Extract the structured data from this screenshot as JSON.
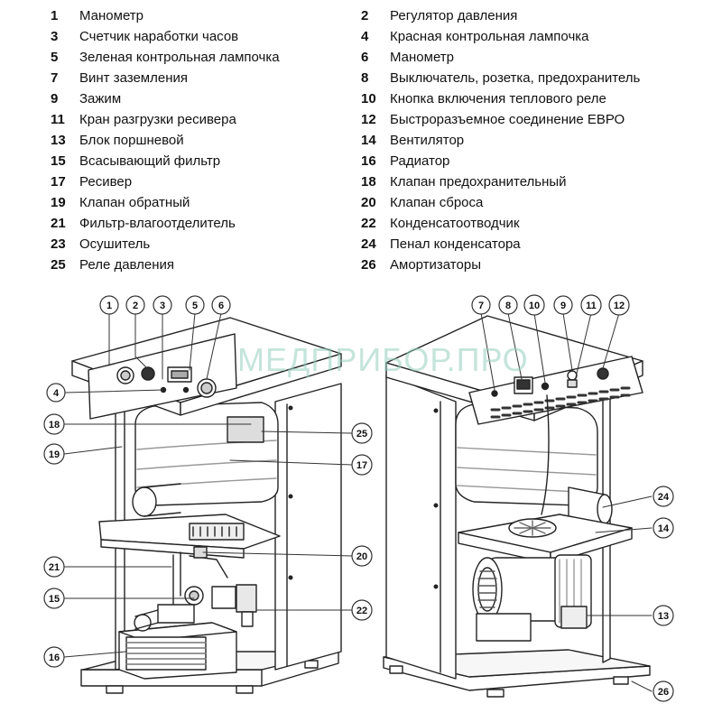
{
  "legend": {
    "left": [
      {
        "num": "1",
        "text": "Манометр"
      },
      {
        "num": "3",
        "text": "Счетчик наработки часов"
      },
      {
        "num": "5",
        "text": "Зеленая контрольная лампочка"
      },
      {
        "num": "7",
        "text": "Винт заземления"
      },
      {
        "num": "9",
        "text": "Зажим"
      },
      {
        "num": "11",
        "text": "Кран разгрузки ресивера"
      },
      {
        "num": "13",
        "text": "Блок поршневой"
      },
      {
        "num": "15",
        "text": "Всасывающий фильтр"
      },
      {
        "num": "17",
        "text": "Ресивер"
      },
      {
        "num": "19",
        "text": "Клапан обратный"
      },
      {
        "num": "21",
        "text": "Фильтр-влагоотделитель"
      },
      {
        "num": "23",
        "text": "Осушитель"
      },
      {
        "num": "25",
        "text": "Реле давления"
      }
    ],
    "right": [
      {
        "num": "2",
        "text": "Регулятор давления"
      },
      {
        "num": "4",
        "text": "Красная контрольная лампочка"
      },
      {
        "num": "6",
        "text": "Манометр"
      },
      {
        "num": "8",
        "text": "Выключатель, розетка, предохранитель"
      },
      {
        "num": "10",
        "text": "Кнопка включения теплового реле"
      },
      {
        "num": "12",
        "text": "Быстроразъемное соединение ЕВРО"
      },
      {
        "num": "14",
        "text": "Вентилятор"
      },
      {
        "num": "16",
        "text": "Радиатор"
      },
      {
        "num": "18",
        "text": "Клапан предохранительный"
      },
      {
        "num": "20",
        "text": "Клапан сброса"
      },
      {
        "num": "22",
        "text": "Конденсатоотводчик"
      },
      {
        "num": "24",
        "text": "Пенал конденсатора"
      },
      {
        "num": "26",
        "text": "Амортизаторы"
      }
    ]
  },
  "watermark": "МЕДПРИБОР.ПРО",
  "callouts": {
    "c1": "1",
    "c2": "2",
    "c3": "3",
    "c5": "5",
    "c6": "6",
    "c4": "4",
    "c18": "18",
    "c19": "19",
    "c25": "25",
    "c17": "17",
    "c21": "21",
    "c20": "20",
    "c15": "15",
    "c22": "22",
    "c16": "16",
    "c7": "7",
    "c8": "8",
    "c10": "10",
    "c9": "9",
    "c11": "11",
    "c12": "12",
    "c24": "24",
    "c14": "14",
    "c13": "13",
    "c26": "26"
  }
}
